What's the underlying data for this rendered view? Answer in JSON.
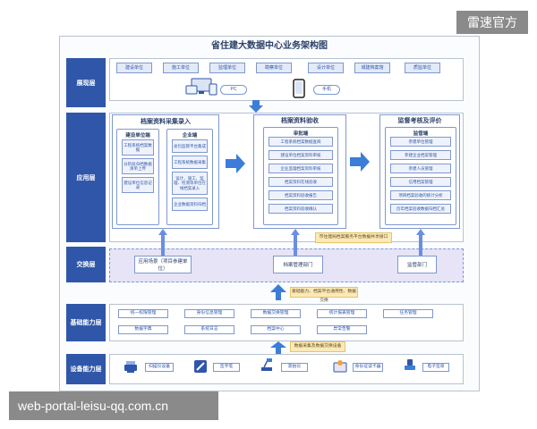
{
  "watermark_top": "雷速官方",
  "watermark_bottom": "web-portal-leisu-qq.com.cn",
  "title": "省住建大数据中心业务架构图",
  "layers": {
    "portal": "展现层",
    "application": "应用层",
    "exchange": "交换层",
    "foundation": "基础能力层",
    "devices": "设备能力层"
  },
  "portal_units": [
    "建设单位",
    "施工单位",
    "监理单位",
    "勘察单位",
    "设计单位",
    "城建档案馆",
    "质监单位"
  ],
  "portal_devices": {
    "pc_label": "PC",
    "mobile_label": "手机"
  },
  "panels": {
    "collect": {
      "title": "档案资料采集录入",
      "left_head": "建设单位端",
      "left_items": [
        "工程系统档案数据",
        "分阶段归档数据清单上传",
        "建设单位信息记录"
      ],
      "right_head": "企业端",
      "right_items": [
        "总包监管平台集成",
        "工程系统数据采集",
        "设计、施工、监理、检测等单位在线档案录入",
        "企业数据资料归档"
      ]
    },
    "check": {
      "title": "档案资料验收",
      "head": "审批端",
      "items": [
        "工程系统档案数据查阅",
        "建设单位档案资料审核",
        "企业监理档案资料审核",
        "档案资料在线验收",
        "档案资料验收报告",
        "档案资料验收确认"
      ]
    },
    "supervise": {
      "title": "监督考核及评价",
      "head": "监管端",
      "items": [
        "参建单位管理",
        "参建企业档案管理",
        "参建人员管理",
        "信用档案管理",
        "项目档案验收的统计分析",
        "历年档案验收数据归档汇总"
      ]
    }
  },
  "exchange_items": [
    "应用场景（项目参建单位）",
    "档案管理部门",
    "监管部门"
  ],
  "notes": {
    "exchange": "市住建局档案服务平台数据共享接口",
    "foundation": "基础能力、档案平台通用性、数据交换",
    "devices": "数据采集及数据交换设备"
  },
  "foundation_items": [
    [
      "统一权限管理",
      "身份信息管理",
      "数据交换管理",
      "统计报表管理",
      "任务管理"
    ],
    [
      "数据字典",
      "系统日志",
      "档案中心",
      "异常告警"
    ]
  ],
  "device_items": [
    "扫描仪设备",
    "签字笔",
    "高拍仪",
    "身份证读卡器",
    "电子签章"
  ]
}
